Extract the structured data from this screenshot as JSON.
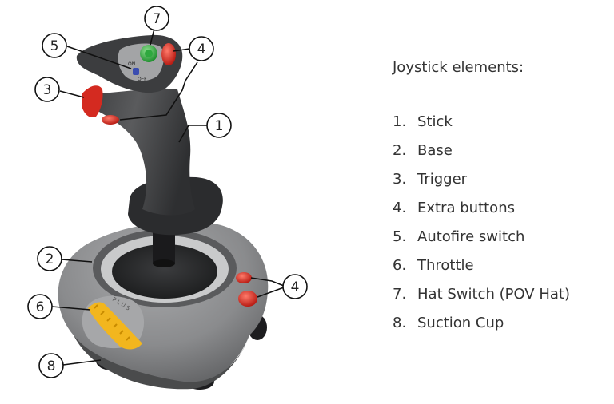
{
  "legend": {
    "title": "Joystick elements:",
    "items": [
      {
        "num": "1.",
        "label": "Stick"
      },
      {
        "num": "2.",
        "label": "Base"
      },
      {
        "num": "3.",
        "label": "Trigger"
      },
      {
        "num": "4.",
        "label": "Extra buttons"
      },
      {
        "num": "5.",
        "label": "Autofire switch"
      },
      {
        "num": "6.",
        "label": "Throttle"
      },
      {
        "num": "7.",
        "label": "Hat Switch (POV Hat)"
      },
      {
        "num": "8.",
        "label": "Suction Cup"
      }
    ]
  },
  "callouts": [
    "7",
    "5",
    "4",
    "3",
    "1",
    "2",
    "4",
    "6",
    "8"
  ],
  "switch_text": {
    "on": "ON",
    "off": "OFF"
  },
  "throttle_text": "P L U S",
  "colors": {
    "body": "#4a4b4d",
    "base": "#8e8f91",
    "trigger": "#d42a20",
    "hat": "#3bb54a",
    "throttle": "#f2b61e",
    "autofire": "#3a4db0"
  }
}
